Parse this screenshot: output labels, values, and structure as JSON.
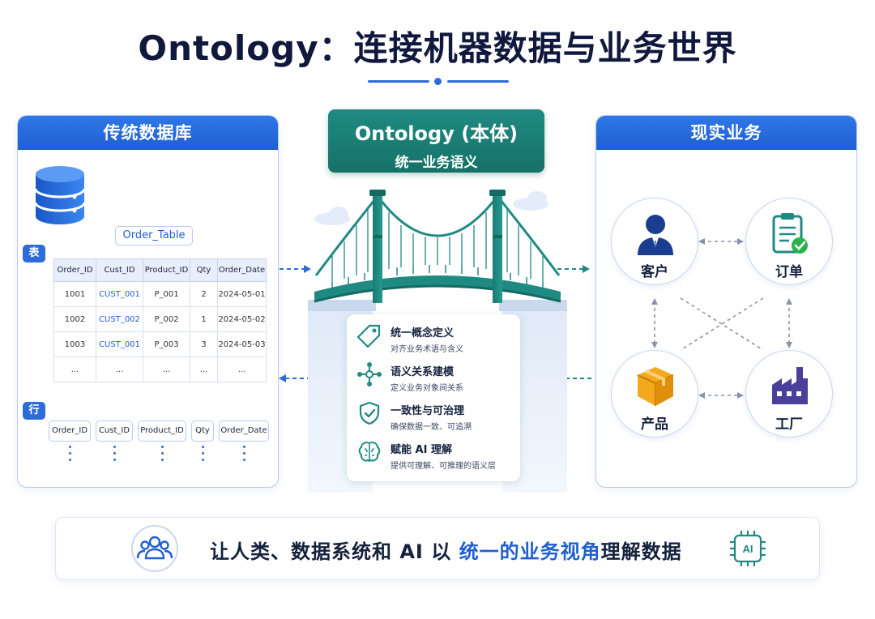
{
  "title": "Ontology：连接机器数据与业务世界",
  "left_panel": {
    "header": "传统数据库",
    "table_name": "Order_Table",
    "tag_table": "表",
    "tag_row": "行",
    "columns": [
      "Order_ID",
      "Cust_ID",
      "Product_ID",
      "Qty",
      "Order_Date"
    ],
    "rows": [
      [
        "1001",
        "CUST_001",
        "P_001",
        "2",
        "2024-05-01"
      ],
      [
        "1002",
        "CUST_002",
        "P_002",
        "1",
        "2024-05-02"
      ],
      [
        "1003",
        "CUST_001",
        "P_003",
        "3",
        "2024-05-03"
      ],
      [
        "...",
        "...",
        "...",
        "...",
        "..."
      ]
    ]
  },
  "center": {
    "badge_title": "Ontology (本体)",
    "badge_subtitle": "统一业务语义",
    "features": [
      {
        "title": "统一概念定义",
        "desc": "对齐业务术语与含义",
        "icon": "tag-icon"
      },
      {
        "title": "语义关系建模",
        "desc": "定义业务对象间关系",
        "icon": "network-icon"
      },
      {
        "title": "一致性与可治理",
        "desc": "确保数据一致、可追溯",
        "icon": "shield-check-icon"
      },
      {
        "title": "赋能 AI 理解",
        "desc": "提供可理解、可推理的语义层",
        "icon": "brain-icon"
      }
    ]
  },
  "right_panel": {
    "header": "现实业务",
    "entities": {
      "customer": "客户",
      "order": "订单",
      "product": "产品",
      "factory": "工厂"
    }
  },
  "bottom": {
    "slogan_prefix": "让人类、数据系统和 AI 以 ",
    "slogan_highlight": "统一的业务视角",
    "slogan_suffix": "理解数据",
    "ai_label": "AI"
  },
  "colors": {
    "primary_blue": "#1f5fd1",
    "teal": "#1f8a82",
    "navy": "#10193d"
  }
}
